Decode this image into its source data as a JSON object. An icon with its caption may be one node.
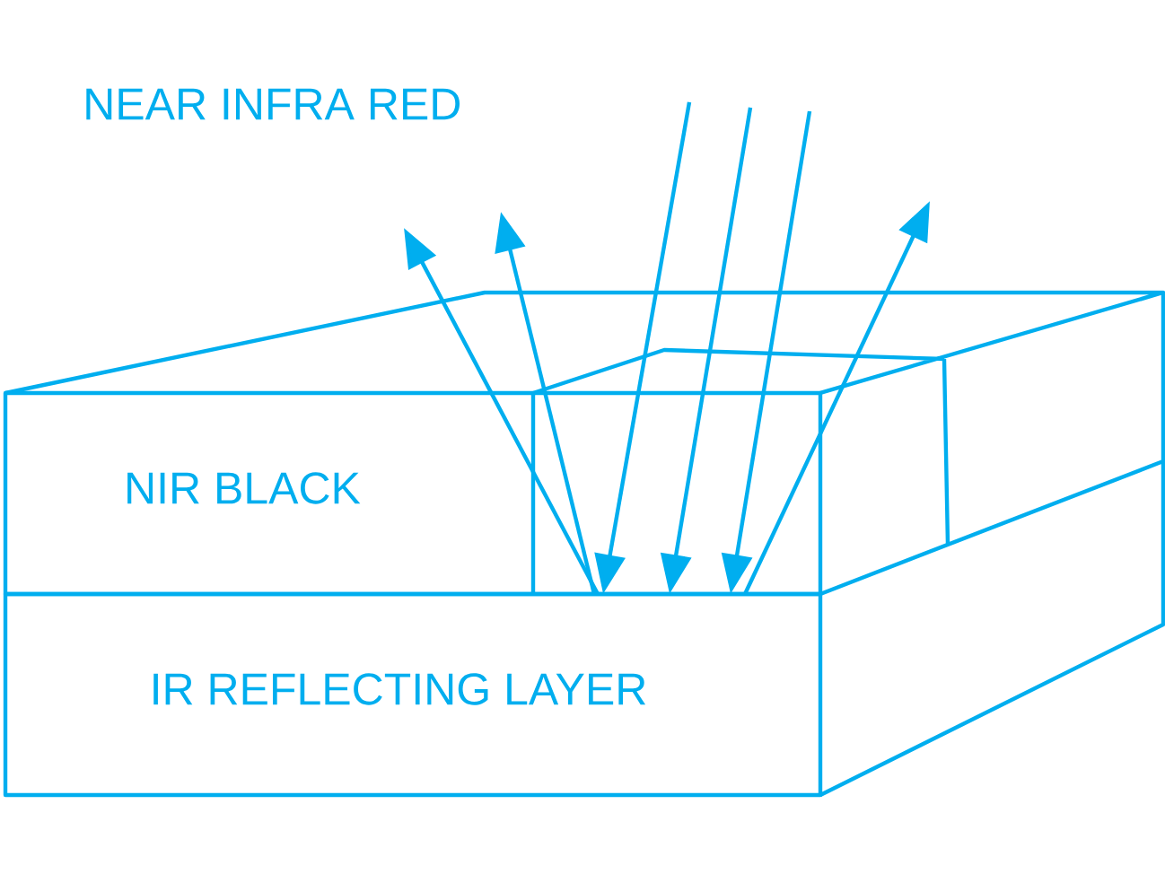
{
  "diagram": {
    "nodes": [
      {
        "text": [
          "NIR BLACK"
        ]
      },
      {
        "text": [
          "IR REFLECTING LAYER"
        ]
      }
    ],
    "edges": [],
    "labels": [
      "NEAR INFRA RED"
    ]
  }
}
